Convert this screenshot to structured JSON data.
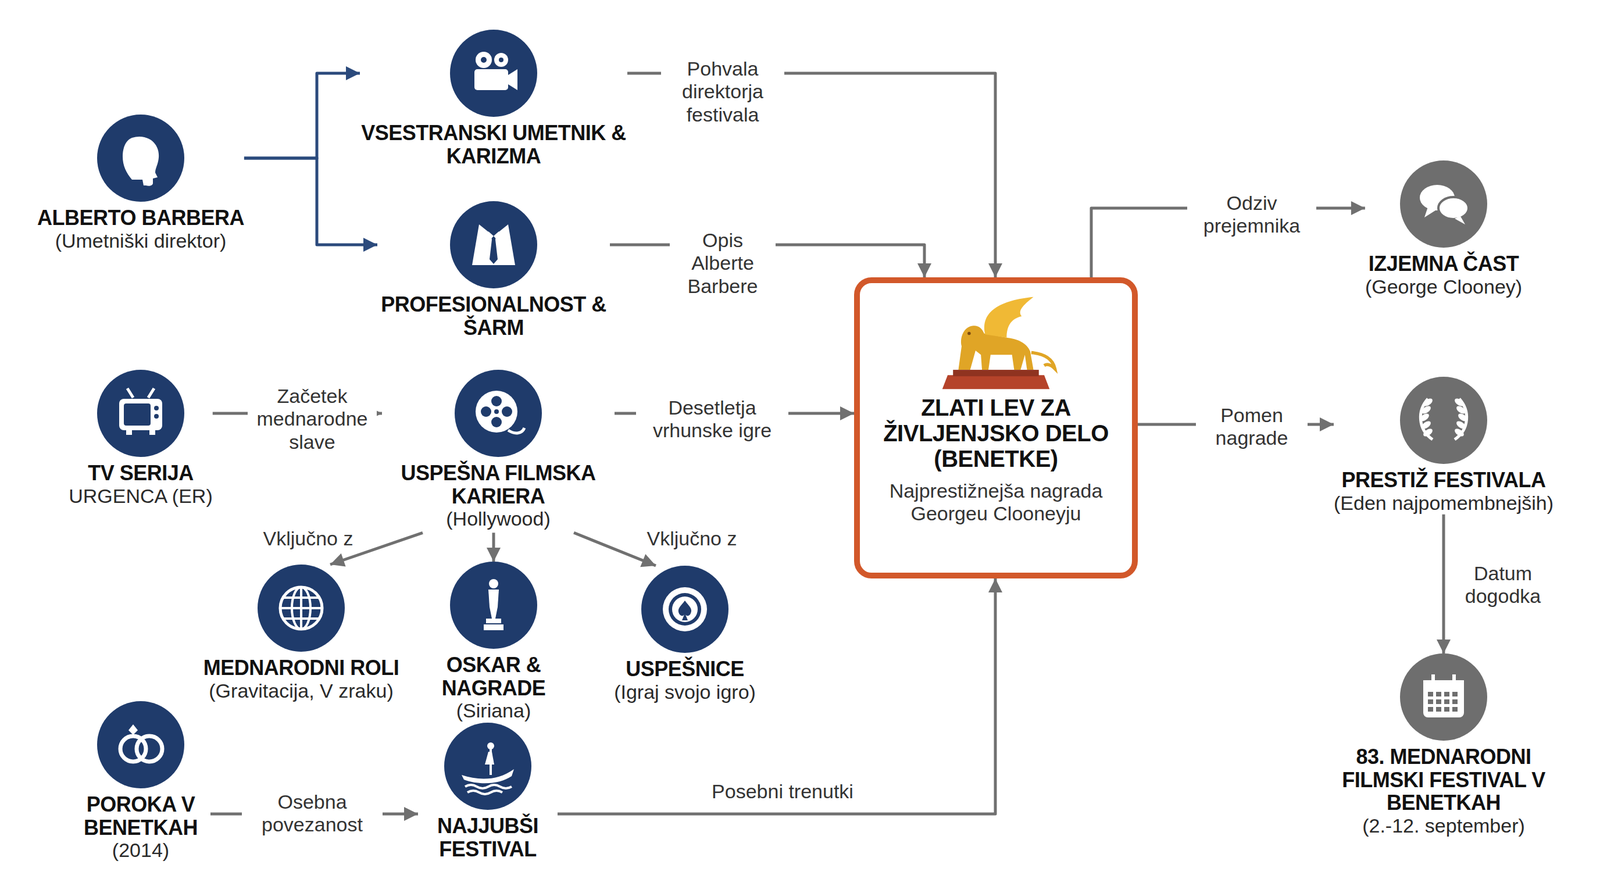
{
  "diagram": {
    "nodes": [
      {
        "text": [
          "ALBERTO BARBERA",
          "(Umetniški direktor)"
        ]
      },
      {
        "text": [
          "VSESTRANSKI UMETNIK & KARIZMA"
        ]
      },
      {
        "text": [
          "PROFESIONALNOST & ŠARM"
        ]
      },
      {
        "text": [
          "ZLATI LEV ZA ŽIVLJENJSKO DELO (BENETKE)",
          "Najprestižnejša nagrada Georgeu Clooneyju"
        ]
      },
      {
        "text": [
          "IZJEMNA ČAST",
          "(George Clooney)"
        ]
      },
      {
        "text": [
          "TV SERIJA",
          "URGENCA (ER)"
        ]
      },
      {
        "text": [
          "USPEŠNA FILMSKA KARIERA",
          "(Hollywood)"
        ]
      },
      {
        "text": [
          "PRESTIŽ FESTIVALA",
          "(Eden najpomembnejših)"
        ]
      },
      {
        "text": [
          "MEDNARODNI ROLI",
          "(Gravitacija, V zraku)"
        ]
      },
      {
        "text": [
          "OSKAR & NAGRADE",
          "(Siriana)"
        ]
      },
      {
        "text": [
          "USPEŠNICE",
          "(Igraj svojo igro)"
        ]
      },
      {
        "text": [
          "83. MEDNARODNI FILMSKI FESTIVAL V BENETKAH",
          "(2.-12. september)"
        ]
      },
      {
        "text": [
          "POROKA V BENETKAH",
          "(2014)"
        ]
      },
      {
        "text": [
          "NAJJUBŠI FESTIVAL"
        ]
      }
    ],
    "edges": [
      {
        "from": 0,
        "to": 1,
        "arrow": "to"
      },
      {
        "from": 0,
        "to": 2,
        "arrow": "to"
      },
      {
        "from": 1,
        "to": 3,
        "label": "Pohvala direktorja festivala",
        "arrow": "to"
      },
      {
        "from": 2,
        "to": 3,
        "label": "Opis Alberte Barbere",
        "arrow": "to"
      },
      {
        "from": 5,
        "to": 6,
        "label": "Začetek mednarodne slave",
        "arrow": "to"
      },
      {
        "from": 6,
        "to": 3,
        "label": "Desetletja vrhunske igre",
        "arrow": "to"
      },
      {
        "from": 6,
        "to": 8,
        "label": "Vključno z",
        "arrow": "to"
      },
      {
        "from": 6,
        "to": 9,
        "arrow": "to"
      },
      {
        "from": 6,
        "to": 10,
        "label": "Vključno z",
        "arrow": "to"
      },
      {
        "from": 12,
        "to": 13,
        "label": "Osebna povezanost",
        "arrow": "to"
      },
      {
        "from": 13,
        "to": 3,
        "label": "Posebni trenutki",
        "arrow": "to"
      },
      {
        "from": 3,
        "to": 4,
        "label": "Odziv prejemnika",
        "arrow": "to"
      },
      {
        "from": 3,
        "to": 7,
        "label": "Pomen nagrade",
        "arrow": "to"
      },
      {
        "from": 7,
        "to": 11,
        "label": "Datum dogodka",
        "arrow": "to"
      }
    ]
  }
}
